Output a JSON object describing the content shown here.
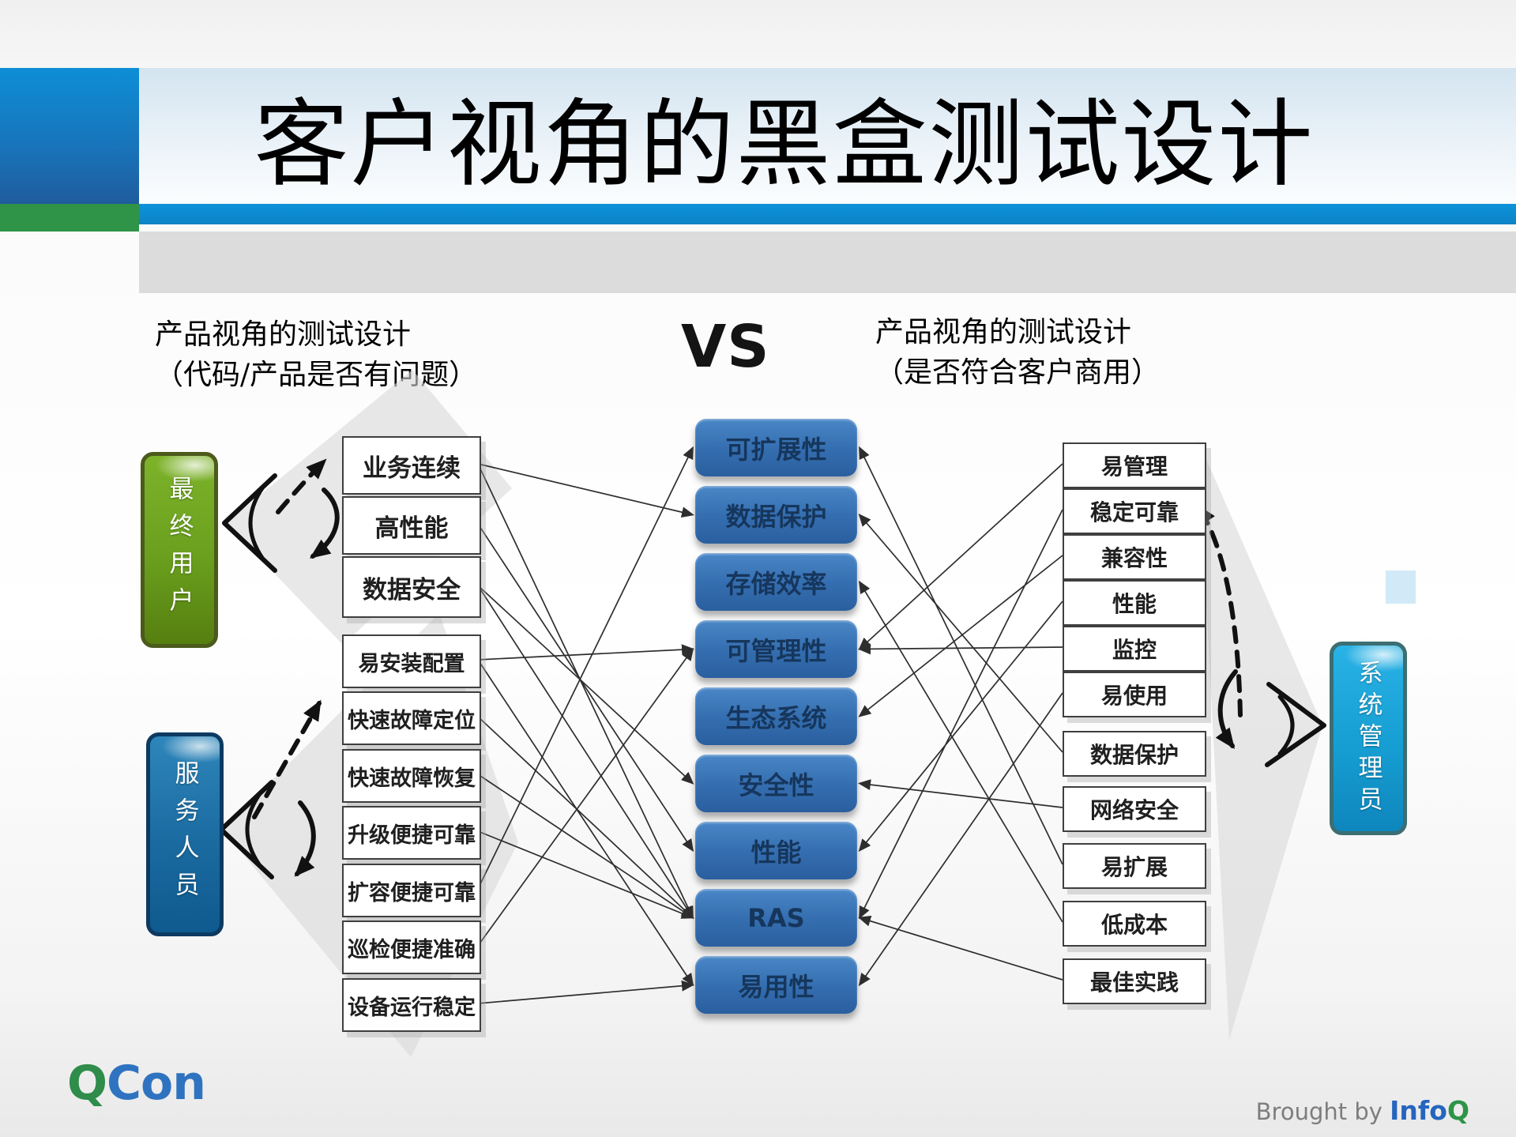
{
  "slide": {
    "title": "客户视角的黑盒测试设计",
    "left_subtitle_line1": "产品视角的测试设计",
    "left_subtitle_line2": "（代码/产品是否有问题）",
    "vs": "VS",
    "right_subtitle_line1": "产品视角的测试设计",
    "right_subtitle_line2": "（是否符合客户商用）"
  },
  "diagram": {
    "actors": [
      {
        "id": "end-user",
        "label": "最终用户"
      },
      {
        "id": "service-staff",
        "label": "服务人员"
      },
      {
        "id": "sys-admin",
        "label": "系统管理员"
      }
    ],
    "left_group_a": [
      "业务连续",
      "高性能",
      "数据安全"
    ],
    "left_group_b": [
      "易安装配置",
      "快速故障定位",
      "快速故障恢复",
      "升级便捷可靠",
      "扩容便捷可靠",
      "巡检便捷准确",
      "设备运行稳定"
    ],
    "middle": [
      "可扩展性",
      "数据保护",
      "存储效率",
      "可管理性",
      "生态系统",
      "安全性",
      "性能",
      "RAS",
      "易用性"
    ],
    "right": [
      "易管理",
      "稳定可靠",
      "兼容性",
      "性能",
      "监控",
      "易使用",
      "数据保护",
      "网络安全",
      "易扩展",
      "低成本",
      "最佳实践"
    ],
    "edges": [
      {
        "from": "A0",
        "to": "M1"
      },
      {
        "from": "A0",
        "to": "M7"
      },
      {
        "from": "A1",
        "to": "M6"
      },
      {
        "from": "A2",
        "to": "M5"
      },
      {
        "from": "A2",
        "to": "M7"
      },
      {
        "from": "B0",
        "to": "M3"
      },
      {
        "from": "B0",
        "to": "M8"
      },
      {
        "from": "B1",
        "to": "M7"
      },
      {
        "from": "B2",
        "to": "M7"
      },
      {
        "from": "B3",
        "to": "M7"
      },
      {
        "from": "B4",
        "to": "M0"
      },
      {
        "from": "B5",
        "to": "M3"
      },
      {
        "from": "B6",
        "to": "M8"
      },
      {
        "from": "R0",
        "to": "M3"
      },
      {
        "from": "R1",
        "to": "M7"
      },
      {
        "from": "R2",
        "to": "M4"
      },
      {
        "from": "R3",
        "to": "M6"
      },
      {
        "from": "R4",
        "to": "M3"
      },
      {
        "from": "R5",
        "to": "M8"
      },
      {
        "from": "R6",
        "to": "M1"
      },
      {
        "from": "R7",
        "to": "M5"
      },
      {
        "from": "R8",
        "to": "M0"
      },
      {
        "from": "R9",
        "to": "M2"
      },
      {
        "from": "R10",
        "to": "M7"
      }
    ]
  },
  "footer": {
    "logo_q": "Q",
    "logo_con": "Con",
    "brought_by": "Brought by",
    "infoq_info": "Info",
    "infoq_q": "Q"
  },
  "colors": {
    "header_blue": "#0d8ed6",
    "header_green": "#2f9447",
    "title_band": "#d3e4f0",
    "gray_band": "#dcdcdc",
    "middle_box_blue": "#2a5f9f",
    "end_user_green": "#699f1d",
    "service_blue": "#1a6aa0",
    "sysadmin_cyan": "#169ed2",
    "qcon_green": "#2f8c4a",
    "qcon_blue": "#2f73c0",
    "infoq_blue": "#2565be",
    "infoq_green": "#2e9447"
  }
}
